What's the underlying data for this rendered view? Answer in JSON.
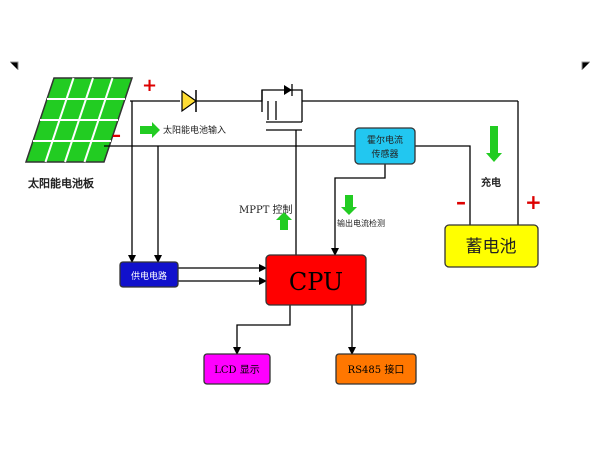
{
  "panel": {
    "label": "太阳能电池板",
    "plus": "+",
    "minus": "–",
    "color": "#22cc22"
  },
  "labels": {
    "solar_input": "太阳能电池输入",
    "mppt_control": "MPPT 控制",
    "current_detect": "输出电流检测",
    "charge": "充电"
  },
  "boxes": {
    "sensor": {
      "line1": "霍尔电流",
      "line2": "传感器",
      "color": "#22c7f0"
    },
    "battery": {
      "label": "蓄电池",
      "plus": "+",
      "minus": "–",
      "color": "#ffff00"
    },
    "power": {
      "label": "供电电路",
      "color": "#1111cc"
    },
    "cpu": {
      "label": "CPU",
      "color": "#ff0000"
    },
    "lcd": {
      "label": "LCD 显示",
      "color": "#ff00ff"
    },
    "rs485": {
      "label": "RS485 接口",
      "color": "#ff7700"
    }
  },
  "colors": {
    "wire": "#000000",
    "arrow": "#22cc22",
    "polarity": "#dd0000"
  }
}
